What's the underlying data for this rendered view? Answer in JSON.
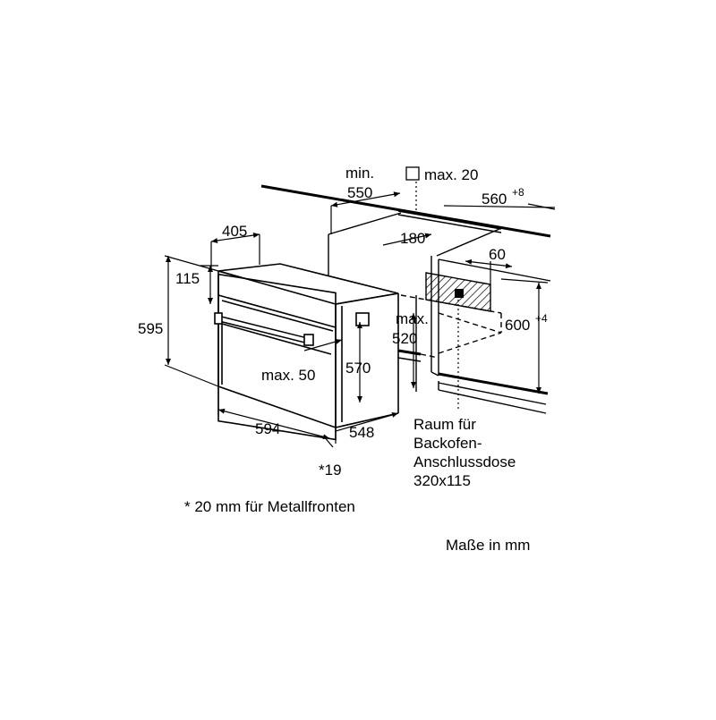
{
  "dimensions": {
    "min_label": "min.",
    "min_value": "550",
    "max_top": "max. 20",
    "width_560": "560",
    "width_560_tol": "+8",
    "depth_405": "405",
    "gap_180": "180",
    "offset_60": "60",
    "height_115": "115",
    "height_595": "595",
    "max_label": "max.",
    "max_520": "520",
    "height_600": "600",
    "height_600_tol": "+4",
    "max_50": "max. 50",
    "height_570": "570",
    "width_594": "594",
    "depth_548": "548",
    "front_19": "*19"
  },
  "socket_note": {
    "line1": "Raum für",
    "line2": "Backofen-",
    "line3": "Anschlussdose",
    "line4": "320x115"
  },
  "footnote": "* 20 mm für Metallfronten",
  "units": "Maße in mm"
}
